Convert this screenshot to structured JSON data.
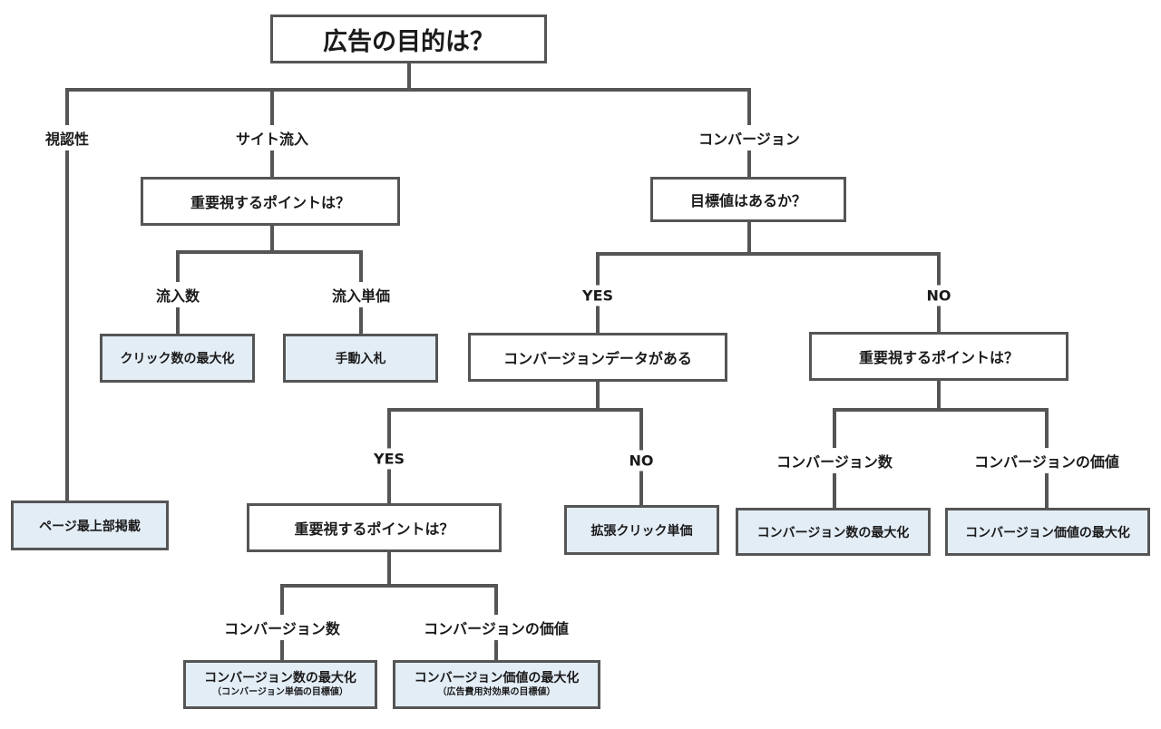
{
  "root": "広告の目的は？",
  "branches": {
    "visibility": "視認性",
    "traffic": "サイト流入",
    "conversion": "コンバージョン"
  },
  "traffic": {
    "question": "重要視するポイントは？",
    "count_label": "流入数",
    "cost_label": "流入単価",
    "count_result": "クリック数の最大化",
    "cost_result": "手動入札"
  },
  "visibility": {
    "result": "ページ最上部掲載"
  },
  "conversion": {
    "question": "目標値はあるか？",
    "yes_label": "YES",
    "no_label": "NO",
    "data_question": "コンバージョンデータがある",
    "data_yes_label": "YES",
    "data_no_label": "NO",
    "data_no_result": "拡張クリック単価",
    "yes_point_question": "重要視するポイントは？",
    "yes_count_label": "コンバージョン数",
    "yes_value_label": "コンバージョンの価値",
    "yes_count_result": "コンバージョン数の最大化",
    "yes_count_result_note": "（コンバージョン単価の目標値）",
    "yes_value_result": "コンバージョン価値の最大化",
    "yes_value_result_note": "（広告費用対効果の目標値）",
    "no_point_question": "重要視するポイントは？",
    "no_count_label": "コンバージョン数",
    "no_value_label": "コンバージョンの価値",
    "no_count_result": "コンバージョン数の最大化",
    "no_value_result": "コンバージョン価値の最大化"
  }
}
